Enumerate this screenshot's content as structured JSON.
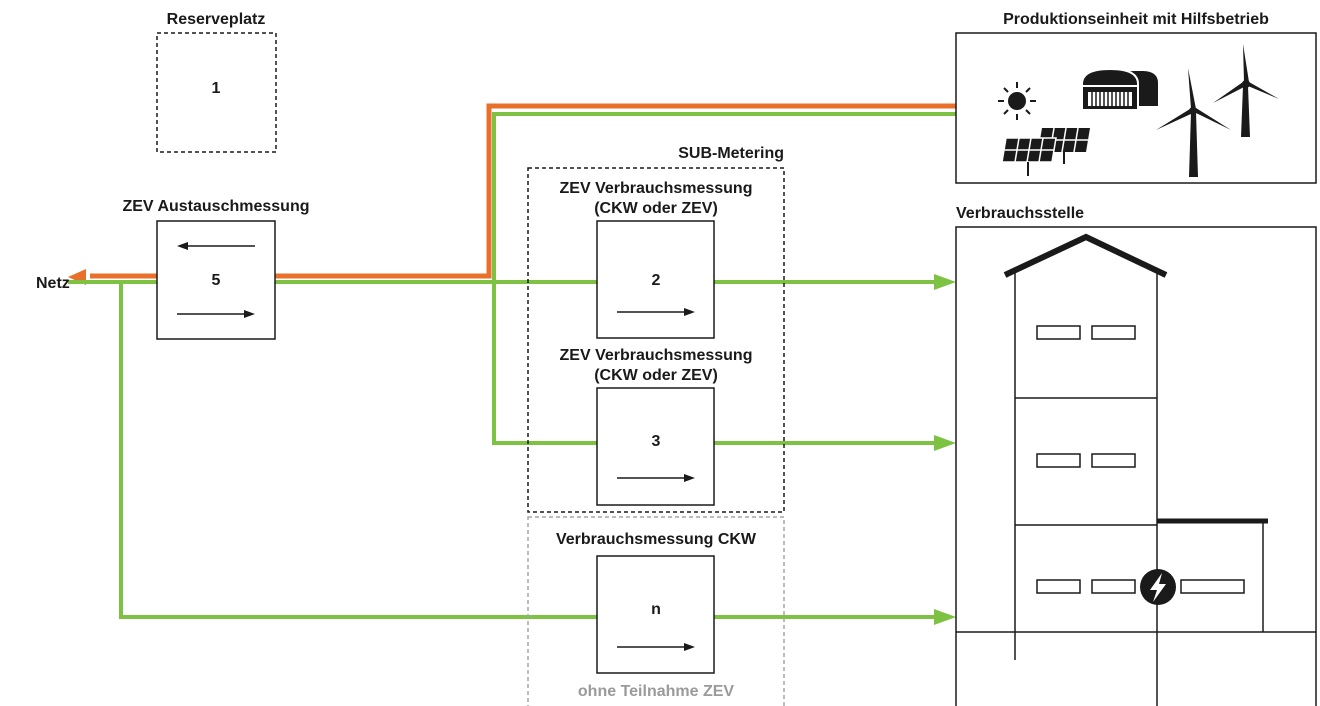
{
  "colors": {
    "green": "#7dc243",
    "orange": "#e8702a",
    "black": "#1a1a1a",
    "gray_dash": "#a6a6a6",
    "gray_text": "#9a9a9a"
  },
  "labels": {
    "reserve_title": "Reserveplatz",
    "reserve_number": "1",
    "production_title": "Produktionseinheit mit Hilfsbetrieb",
    "consumer_title": "Verbrauchsstelle",
    "grid_label": "Netz",
    "exchange_title": "ZEV Austauschmessung",
    "exchange_number": "5",
    "submetering_title": "SUB-Metering",
    "meter2_title_line1": "ZEV Verbrauchsmessung",
    "meter2_title_line2": "(CKW oder ZEV)",
    "meter2_number": "2",
    "meter3_title_line1": "ZEV Verbrauchsmessung",
    "meter3_title_line2": "(CKW oder ZEV)",
    "meter3_number": "3",
    "meterN_title": "Verbrauchsmessung CKW",
    "meterN_number": "n",
    "meterN_footer": "ohne Teilnahme ZEV"
  },
  "icons": {
    "production": [
      "sun-icon",
      "solar-panel-icon",
      "biogas-plant-icon",
      "wind-turbine-icon"
    ],
    "consumer": [
      "building-icon",
      "lightning-icon"
    ]
  }
}
